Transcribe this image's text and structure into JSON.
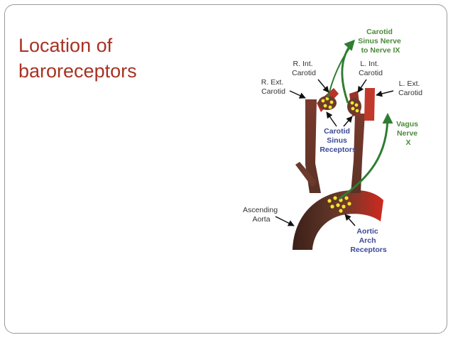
{
  "slide": {
    "title": "Location of baroreceptors"
  },
  "diagram": {
    "labels": {
      "carotid_sinus_nerve": [
        "Carotid",
        "Sinus Nerve",
        "to Nerve IX"
      ],
      "r_int_carotid": [
        "R. Int.",
        "Carotid"
      ],
      "l_int_carotid": [
        "L. Int.",
        "Carotid"
      ],
      "r_ext_carotid": [
        "R. Ext.",
        "Carotid"
      ],
      "l_ext_carotid": [
        "L. Ext.",
        "Carotid"
      ],
      "vagus_nerve": [
        "Vagus",
        "Nerve",
        "X"
      ],
      "carotid_sinus_receptors": [
        "Carotid",
        "Sinus",
        "Receptors"
      ],
      "ascending_aorta": [
        "Ascending",
        "Aorta"
      ],
      "aortic_arch_receptors": [
        "Aortic",
        "Arch",
        "Receptors"
      ]
    },
    "colors": {
      "title": "#a83224",
      "vessel_dark": "#6b3a2c",
      "vessel_red": "#c0392b",
      "nerve_green": "#2e7d32",
      "receptor_yellow": "#f5e62a",
      "label_blue": "#3a4a96",
      "label_green": "#4a8a3a"
    }
  }
}
